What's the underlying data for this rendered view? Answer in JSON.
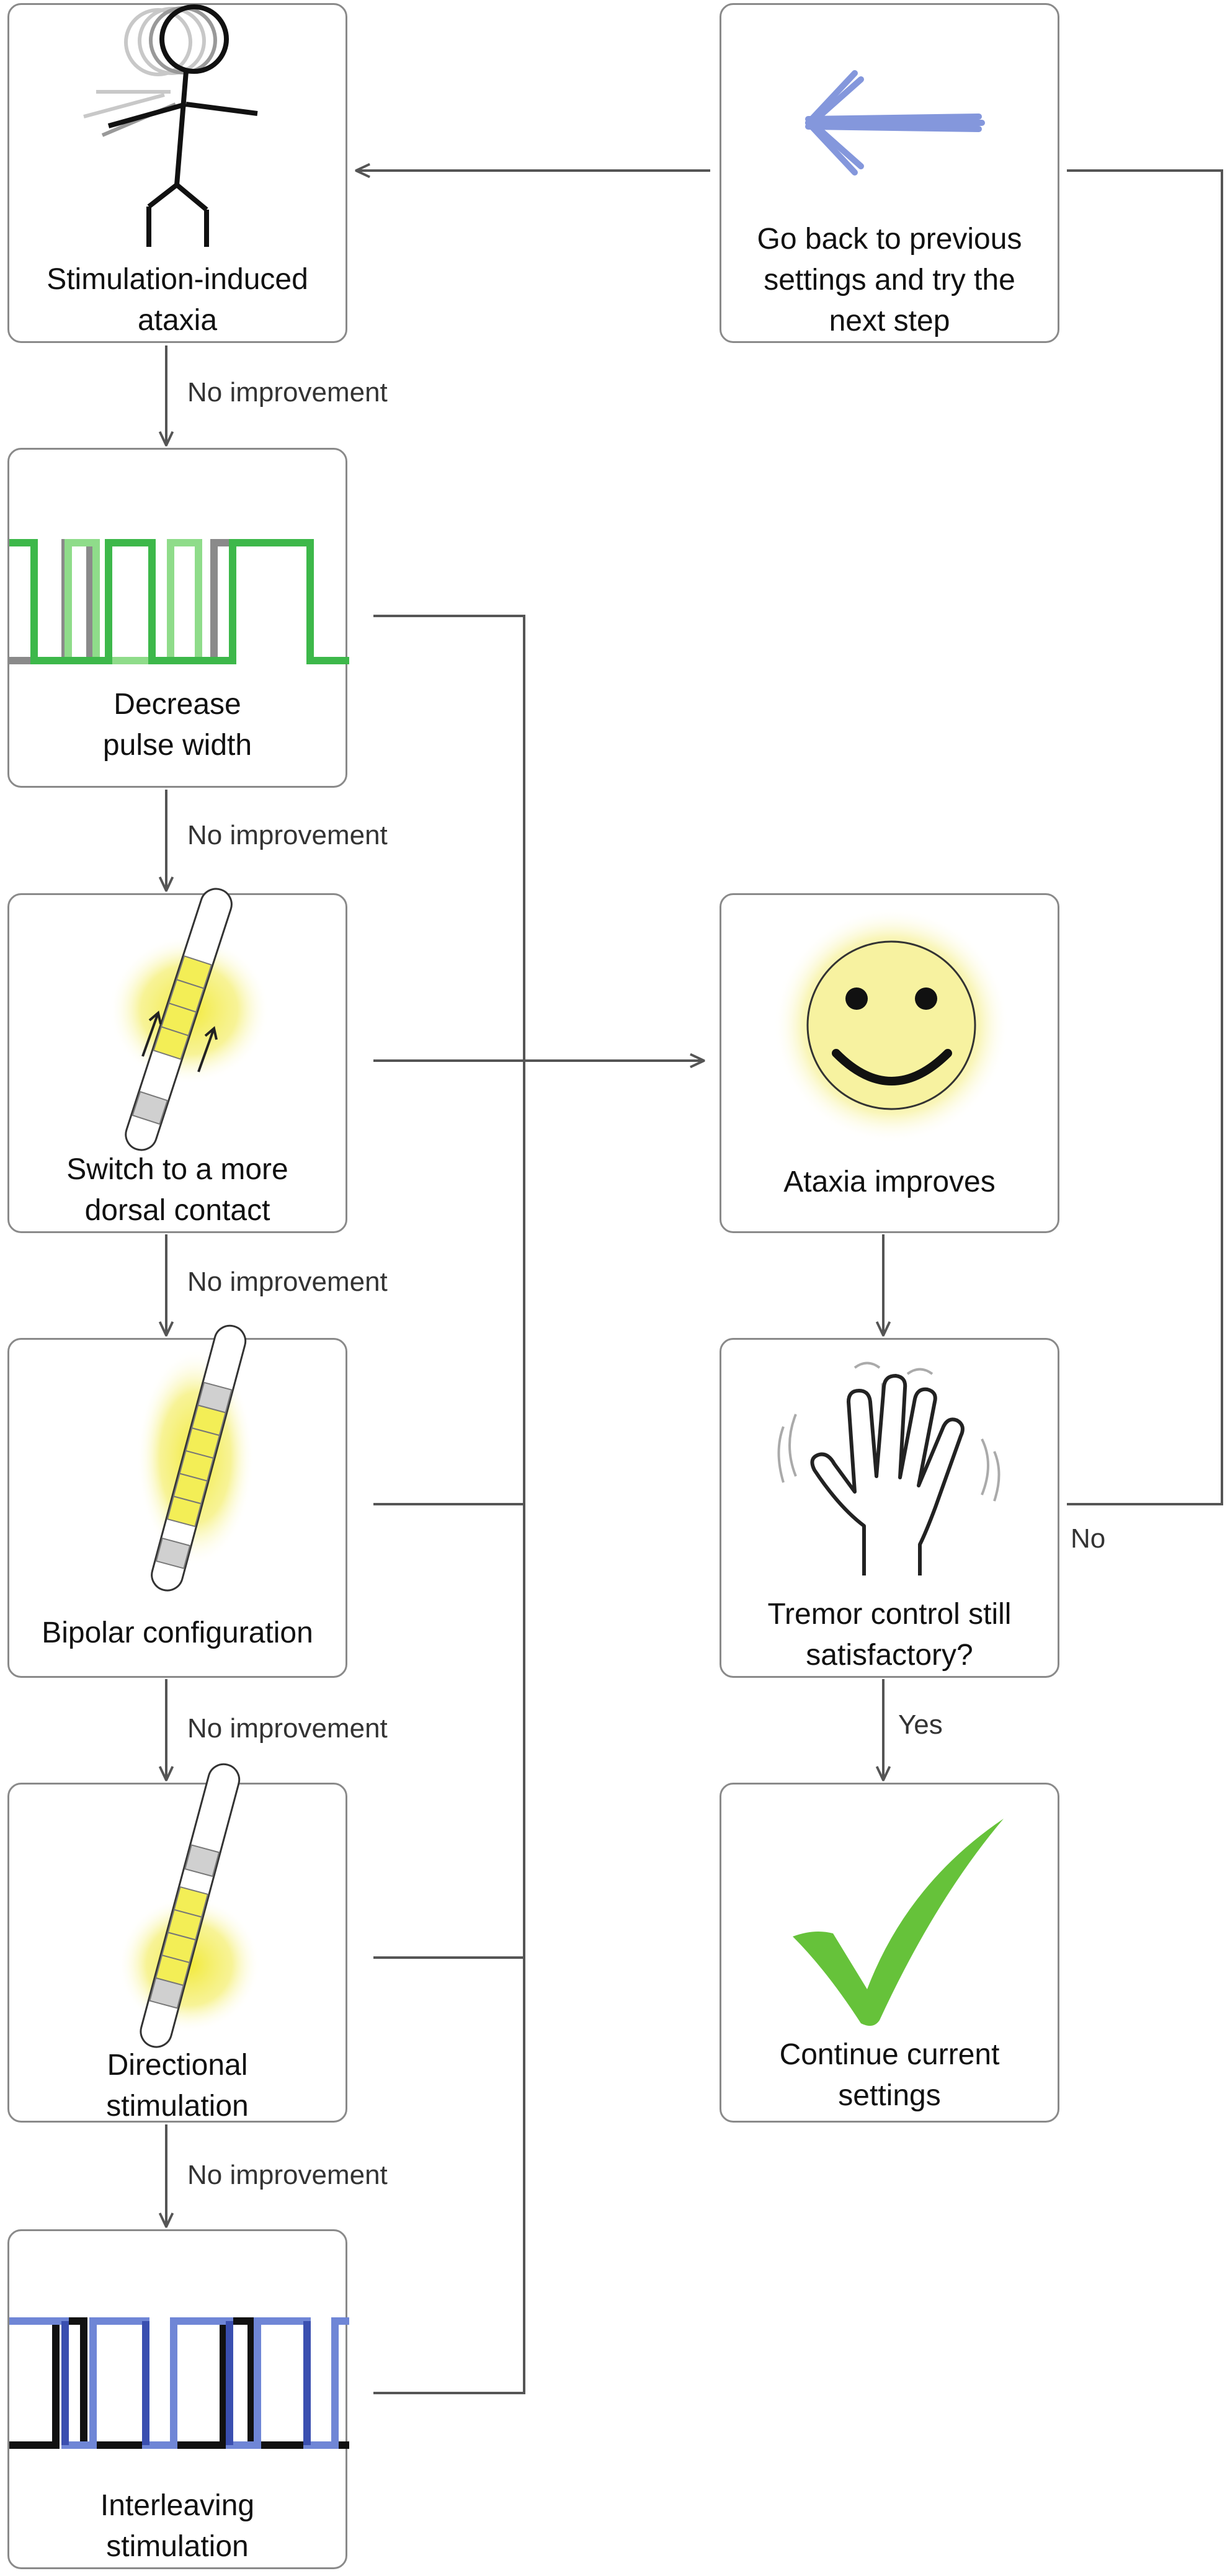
{
  "nodes": {
    "ataxia": {
      "label_line1": "Stimulation-induced",
      "label_line2": "ataxia",
      "icon": "wobbling-stick-figure"
    },
    "go_back": {
      "label_line1": "Go back to previous",
      "label_line2": "settings and try the",
      "label_line3": "next step",
      "icon": "left-arrow"
    },
    "pulse_width": {
      "label_line1": "Decrease",
      "label_line2": "pulse width",
      "icon": "pulse-wave"
    },
    "dorsal": {
      "label_line1": "Switch to a more",
      "label_line2": "dorsal contact",
      "icon": "electrode-lead-with-arrows"
    },
    "improves": {
      "label_line1": "Ataxia improves",
      "icon": "smiley-face"
    },
    "bipolar": {
      "label_line1": "Bipolar configuration",
      "icon": "electrode-lead"
    },
    "tremor": {
      "label_line1": "Tremor control still",
      "label_line2": "satisfactory?",
      "icon": "shaking-hand"
    },
    "directional": {
      "label_line1": "Directional",
      "label_line2": "stimulation",
      "icon": "electrode-lead"
    },
    "continue": {
      "label_line1": "Continue current",
      "label_line2": "settings",
      "icon": "checkmark"
    },
    "interleaving": {
      "label_line1": "Interleaving",
      "label_line2": "stimulation",
      "icon": "interleaved-pulse-wave"
    }
  },
  "edge_labels": {
    "no_improvement_1": "No improvement",
    "no_improvement_2": "No improvement",
    "no_improvement_3": "No improvement",
    "no_improvement_4": "No improvement",
    "no_improvement_5": "No improvement",
    "no": "No",
    "yes": "Yes"
  },
  "colors": {
    "border": "#8a8a8a",
    "connector": "#555555",
    "pulse_green": "#3db84a",
    "pulse_light_green": "#8fdc8a",
    "interleave_blue": "#3a4fb0",
    "interleave_light_blue": "#6f86d6",
    "glow_yellow": "#f2ea3a",
    "check_green": "#66c23a",
    "smiley_fill": "#f7f2a0"
  }
}
